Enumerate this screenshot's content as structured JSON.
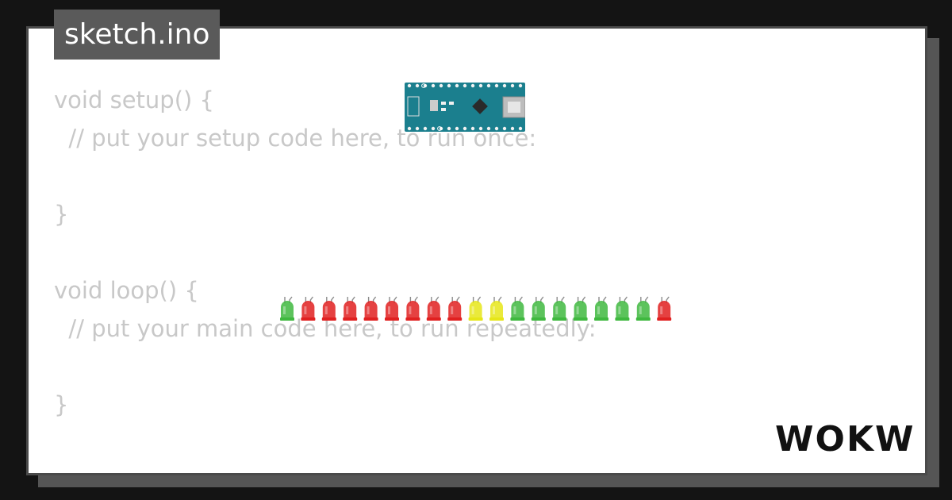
{
  "tab": {
    "filename": "sketch.ino"
  },
  "code_lines": [
    "void setup() {",
    "  // put your setup code here, to run once:",
    "",
    "}",
    "",
    "void loop() {",
    "  // put your main code here, to run repeatedly:",
    "",
    "}"
  ],
  "board": {
    "icon": "arduino-nano-icon",
    "color": "#1b7f8e"
  },
  "leds": [
    {
      "color": "green"
    },
    {
      "color": "red"
    },
    {
      "color": "red"
    },
    {
      "color": "red"
    },
    {
      "color": "red"
    },
    {
      "color": "red"
    },
    {
      "color": "red"
    },
    {
      "color": "red"
    },
    {
      "color": "red"
    },
    {
      "color": "yellow"
    },
    {
      "color": "yellow"
    },
    {
      "color": "green"
    },
    {
      "color": "green"
    },
    {
      "color": "green"
    },
    {
      "color": "green"
    },
    {
      "color": "green"
    },
    {
      "color": "green"
    },
    {
      "color": "green"
    },
    {
      "color": "red"
    }
  ],
  "led_colors": {
    "red": "#e02020",
    "yellow": "#e6e619",
    "green": "#3fb83f"
  },
  "logo": {
    "text": "WOKWi"
  }
}
